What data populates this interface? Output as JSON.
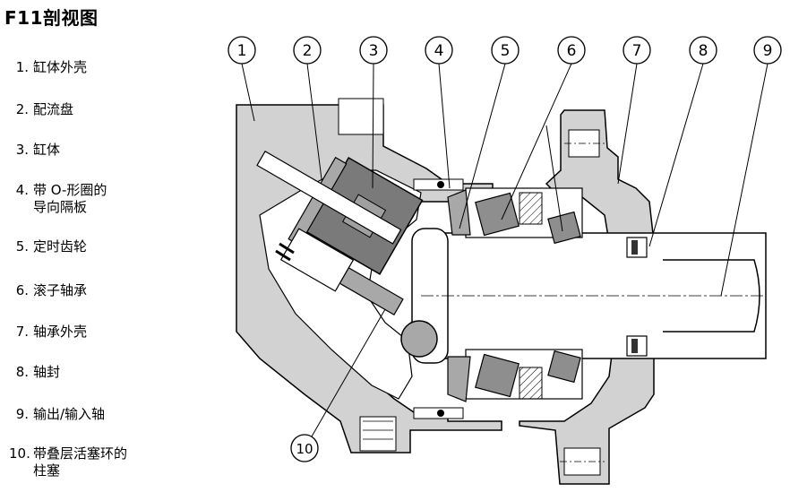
{
  "title": "F11剖视图",
  "legend": [
    {
      "num": "1.",
      "lines": [
        "缸体外壳"
      ]
    },
    {
      "num": "2.",
      "lines": [
        "配流盘"
      ]
    },
    {
      "num": "3.",
      "lines": [
        "缸体"
      ]
    },
    {
      "num": "4.",
      "lines": [
        "带 O-形圈的",
        "导向隔板"
      ]
    },
    {
      "num": "5.",
      "lines": [
        "定时齿轮"
      ]
    },
    {
      "num": "6.",
      "lines": [
        "滚子轴承"
      ]
    },
    {
      "num": "7.",
      "lines": [
        "轴承外壳"
      ]
    },
    {
      "num": "8.",
      "lines": [
        "轴封"
      ]
    },
    {
      "num": "9.",
      "lines": [
        "输出/输入轴"
      ]
    },
    {
      "num": "10.",
      "lines": [
        "带叠层活塞环的",
        "柱塞"
      ]
    }
  ],
  "callouts": [
    "1",
    "2",
    "3",
    "4",
    "5",
    "6",
    "7",
    "8",
    "9",
    "10"
  ],
  "colors": {
    "housing": "#d2d2d2",
    "dark": "#7a7a7a",
    "mid": "#a8a8a8",
    "line": "#000000"
  }
}
